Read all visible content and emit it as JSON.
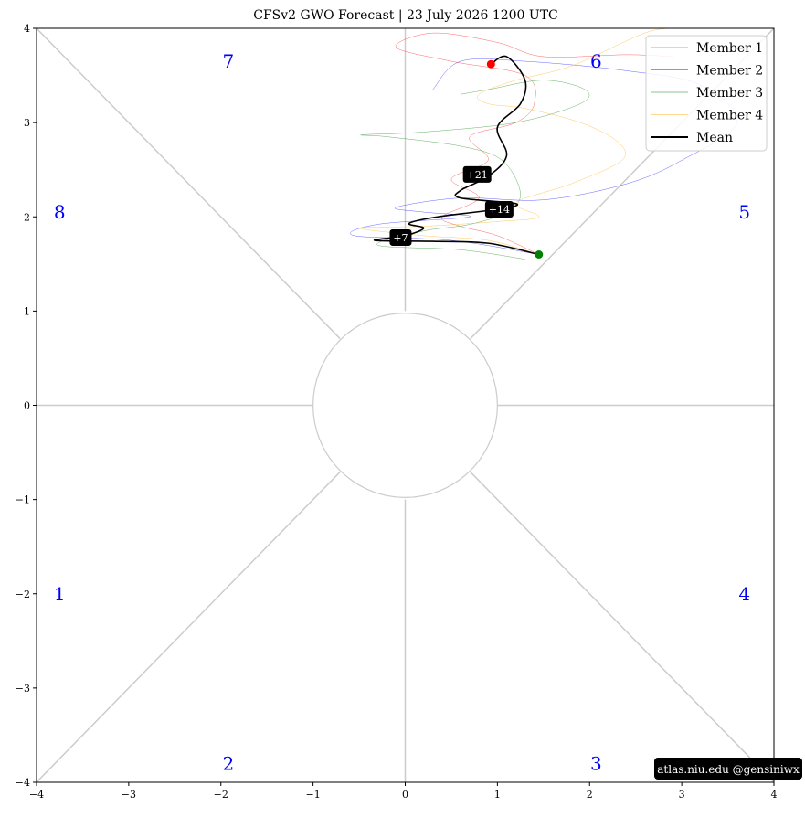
{
  "chart_data": {
    "type": "line",
    "title": "CFSv2 GWO Forecast   |   23  July  2026 1200 UTC",
    "xlim": [
      -4,
      4
    ],
    "ylim": [
      -4,
      4
    ],
    "xticks": [
      -4,
      -3,
      -2,
      -1,
      0,
      1,
      2,
      3,
      4
    ],
    "yticks": [
      -4,
      -3,
      -2,
      -1,
      0,
      1,
      2,
      3,
      4
    ],
    "tick_labels": [
      "−4",
      "−3",
      "−2",
      "−1",
      "0",
      "1",
      "2",
      "3",
      "4"
    ],
    "grid": false,
    "legend_position": "top-right",
    "phase_labels": [
      {
        "label": "1",
        "x": -3.75,
        "y": -2.0
      },
      {
        "label": "2",
        "x": -1.92,
        "y": -3.8
      },
      {
        "label": "3",
        "x": 2.07,
        "y": -3.8
      },
      {
        "label": "4",
        "x": 3.68,
        "y": -2.0
      },
      {
        "label": "5",
        "x": 3.68,
        "y": 2.05
      },
      {
        "label": "6",
        "x": 2.07,
        "y": 3.65
      },
      {
        "label": "7",
        "x": -1.92,
        "y": 3.65
      },
      {
        "label": "8",
        "x": -3.75,
        "y": 2.05
      }
    ],
    "series": [
      {
        "name": "Member 1",
        "color": "#ff0000",
        "width": 0.5,
        "points": [
          [
            1.45,
            1.6
          ],
          [
            1.0,
            1.8
          ],
          [
            0.6,
            1.9
          ],
          [
            0.4,
            2.0
          ],
          [
            0.8,
            2.2
          ],
          [
            0.5,
            2.4
          ],
          [
            0.9,
            2.6
          ],
          [
            0.7,
            2.85
          ],
          [
            1.2,
            3.0
          ],
          [
            1.4,
            3.2
          ],
          [
            1.3,
            3.5
          ],
          [
            0.5,
            3.65
          ],
          [
            -0.1,
            3.8
          ],
          [
            0.3,
            3.95
          ],
          [
            1.0,
            3.85
          ],
          [
            1.5,
            3.7
          ],
          [
            2.4,
            3.72
          ],
          [
            2.9,
            3.7
          ]
        ]
      },
      {
        "name": "Member 2",
        "color": "#0000ff",
        "width": 0.5,
        "points": [
          [
            1.45,
            1.6
          ],
          [
            0.5,
            1.75
          ],
          [
            -0.55,
            1.8
          ],
          [
            -0.3,
            1.92
          ],
          [
            0.7,
            2.0
          ],
          [
            0.2,
            2.05
          ],
          [
            -0.1,
            2.1
          ],
          [
            0.6,
            2.2
          ],
          [
            1.5,
            2.18
          ],
          [
            2.4,
            2.35
          ],
          [
            3.0,
            2.6
          ],
          [
            3.6,
            3.0
          ],
          [
            3.2,
            3.4
          ],
          [
            2.4,
            3.55
          ],
          [
            1.3,
            3.65
          ],
          [
            0.6,
            3.65
          ],
          [
            0.3,
            3.35
          ]
        ]
      },
      {
        "name": "Member 3",
        "color": "#008000",
        "width": 0.5,
        "points": [
          [
            1.3,
            1.55
          ],
          [
            0.6,
            1.65
          ],
          [
            -0.3,
            1.7
          ],
          [
            0.2,
            1.85
          ],
          [
            0.7,
            1.92
          ],
          [
            1.1,
            2.05
          ],
          [
            1.25,
            2.25
          ],
          [
            1.05,
            2.6
          ],
          [
            0.6,
            2.75
          ],
          [
            -0.2,
            2.85
          ],
          [
            -0.47,
            2.87
          ],
          [
            0.2,
            2.9
          ],
          [
            1.2,
            3.0
          ],
          [
            1.9,
            3.2
          ],
          [
            1.95,
            3.35
          ],
          [
            1.5,
            3.45
          ],
          [
            0.9,
            3.35
          ],
          [
            0.6,
            3.3
          ]
        ]
      },
      {
        "name": "Member 4",
        "color": "#ffa500",
        "width": 0.5,
        "points": [
          [
            1.45,
            1.6
          ],
          [
            0.9,
            1.75
          ],
          [
            0.2,
            1.8
          ],
          [
            -0.5,
            1.88
          ],
          [
            0.2,
            1.9
          ],
          [
            1.0,
            1.95
          ],
          [
            1.45,
            2.0
          ],
          [
            1.2,
            2.15
          ],
          [
            1.8,
            2.35
          ],
          [
            2.35,
            2.6
          ],
          [
            2.3,
            2.8
          ],
          [
            1.9,
            3.0
          ],
          [
            1.3,
            3.15
          ],
          [
            0.9,
            3.2
          ],
          [
            0.8,
            3.3
          ],
          [
            1.2,
            3.45
          ],
          [
            1.8,
            3.6
          ],
          [
            2.6,
            3.95
          ],
          [
            2.95,
            4.0
          ]
        ]
      },
      {
        "name": "Mean",
        "color": "#000000",
        "width": 1.6,
        "points": [
          [
            1.45,
            1.6
          ],
          [
            0.9,
            1.72
          ],
          [
            0.3,
            1.74
          ],
          [
            -0.33,
            1.75
          ],
          [
            0.0,
            1.8
          ],
          [
            0.2,
            1.88
          ],
          [
            0.04,
            1.93
          ],
          [
            0.35,
            2.0
          ],
          [
            1.0,
            2.08
          ],
          [
            1.2,
            2.14
          ],
          [
            0.6,
            2.2
          ],
          [
            0.6,
            2.28
          ],
          [
            0.9,
            2.43
          ],
          [
            1.1,
            2.65
          ],
          [
            1.0,
            2.95
          ],
          [
            1.25,
            3.2
          ],
          [
            1.3,
            3.45
          ],
          [
            1.1,
            3.7
          ],
          [
            0.93,
            3.62
          ]
        ]
      }
    ],
    "start_marker": {
      "x": 1.45,
      "y": 1.6,
      "color": "#008000"
    },
    "end_marker": {
      "x": 0.93,
      "y": 3.62,
      "color": "#ff0000"
    },
    "day_labels": [
      {
        "text": "+7",
        "x": -0.05,
        "y": 1.78
      },
      {
        "text": "+14",
        "x": 1.02,
        "y": 2.08
      },
      {
        "text": "+21",
        "x": 0.78,
        "y": 2.45
      }
    ],
    "credit": "atlas.niu.edu  @gensiniwx"
  }
}
